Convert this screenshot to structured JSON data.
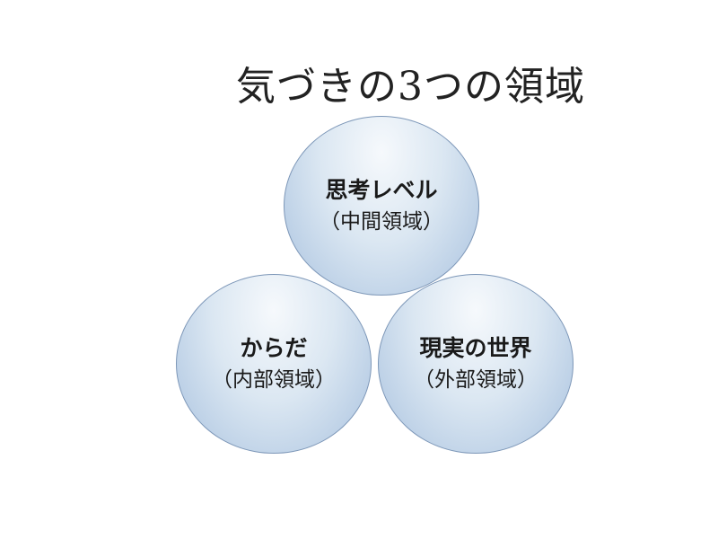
{
  "slide": {
    "title": "気づきの3つの領域",
    "circles": [
      {
        "main": "思考レベル",
        "sub": "（中間領域）"
      },
      {
        "main": "からだ",
        "sub": "（内部領域）"
      },
      {
        "main": "現実の世界",
        "sub": "（外部領域）"
      }
    ]
  },
  "colors": {
    "circle_light": "#f6f9fc",
    "circle_dark": "#a9c2df",
    "circle_border": "#7d97b8",
    "text": "#222222"
  }
}
